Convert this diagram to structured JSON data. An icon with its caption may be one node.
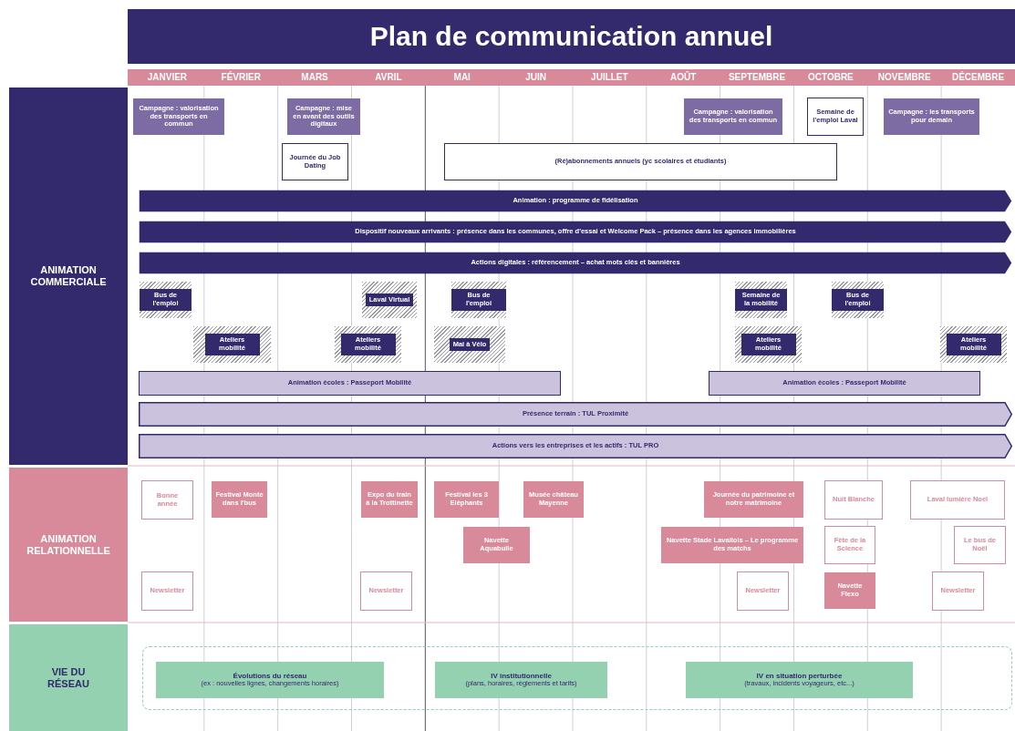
{
  "diagram": {
    "title": "Plan de communication annuel",
    "nodes": [
      {
        "text": [
          "ANIMATION COMMERCIALE"
        ]
      },
      {
        "text": [
          "Campagne : valorisation des transports en commun"
        ]
      },
      {
        "text": [
          "Campagne : mise en avant des outils digitaux"
        ]
      },
      {
        "text": [
          "Campagne : valorisation des transports en commun"
        ]
      },
      {
        "text": [
          "Semaine de l'emploi Laval"
        ]
      },
      {
        "text": [
          "Campagne : les transports pour demain"
        ]
      },
      {
        "text": [
          "Journée du Job Dating"
        ]
      },
      {
        "text": [
          "**(Ré)abonnements annuels** (yc scolaires et étudiants)"
        ]
      },
      {
        "text": [
          "Animation : programme de fidélisation"
        ]
      },
      {
        "text": [
          "Dispositif nouveaux arrivants : présence dans les communes, offre d'essai et Welcome Pack – présence dans les agences immobilières"
        ]
      },
      {
        "text": [
          "Actions digitales : référencement – achat mots clés et bannières"
        ]
      },
      {
        "text": [
          "Bus de l'emploi"
        ]
      },
      {
        "text": [
          "Laval Virtual"
        ]
      },
      {
        "text": [
          "Bus de l'emploi"
        ]
      },
      {
        "text": [
          "Semaine de la mobilité"
        ]
      },
      {
        "text": [
          "Bus de l'emploi"
        ]
      },
      {
        "text": [
          "Ateliers mobilité"
        ]
      },
      {
        "text": [
          "Ateliers mobilité"
        ]
      },
      {
        "text": [
          "Mai à Vélo"
        ]
      },
      {
        "text": [
          "Ateliers mobilité"
        ]
      },
      {
        "text": [
          "Ateliers mobilité"
        ]
      },
      {
        "text": [
          "Animation écoles : Passeport Mobilité"
        ]
      },
      {
        "text": [
          "Animation écoles : Passeport Mobilité"
        ]
      },
      {
        "text": [
          "Présence terrain : TUL Proximité"
        ]
      },
      {
        "text": [
          "Actions vers les entreprises et les actifs : TUL PRO"
        ]
      },
      {
        "text": [
          "ANIMATION RELATIONNELLE"
        ]
      },
      {
        "text": [
          "Bonne année"
        ]
      },
      {
        "text": [
          "Festival Monte dans l'bus"
        ]
      },
      {
        "text": [
          "Expo du train à la Trottinette"
        ]
      },
      {
        "text": [
          "Festival les 3 Eléphants"
        ]
      },
      {
        "text": [
          "Musée château Mayenne"
        ]
      },
      {
        "text": [
          "Journée du patrimoine et notre matrimoine"
        ]
      },
      {
        "text": [
          "Nuit Blanche"
        ]
      },
      {
        "text": [
          "Laval lumière Noel"
        ]
      },
      {
        "text": [
          "Navette Aquabulle"
        ]
      },
      {
        "text": [
          "Navette Stade Lavallois – Le programme des matchs"
        ]
      },
      {
        "text": [
          "Fête de la Science"
        ]
      },
      {
        "text": [
          "Le bus de Noël"
        ]
      },
      {
        "text": [
          "Newsletter"
        ]
      },
      {
        "text": [
          "Newsletter"
        ]
      },
      {
        "text": [
          "Newsletter"
        ]
      },
      {
        "text": [
          "Navette Flexo"
        ]
      },
      {
        "text": [
          "Newsletter"
        ]
      },
      {
        "text": [
          "VIE DU RÉSEAU"
        ]
      },
      {
        "text": [],
        "shape": "box"
      },
      {
        "text": [
          "Évolutions du réseau",
          "(ex : nouvelles lignes, changements horaires)"
        ],
        "in": 44
      },
      {
        "text": [
          "IV institutionnelle",
          "(plans, horaires, règlements et tarifs)"
        ],
        "in": 44
      },
      {
        "text": [
          "IV en situation perturbée",
          "(travaux, incidents voyageurs, etc...)"
        ],
        "in": 44
      }
    ],
    "labels": [
      "JANVIER",
      "FÉVRIER",
      "MARS",
      "AVRIL",
      "MAI",
      "JUIN",
      "JUILLET",
      "AOÛT",
      "SEPTEMBRE",
      "OCTOBRE",
      "NOVEMBRE",
      "DÉCEMBRE"
    ]
  }
}
